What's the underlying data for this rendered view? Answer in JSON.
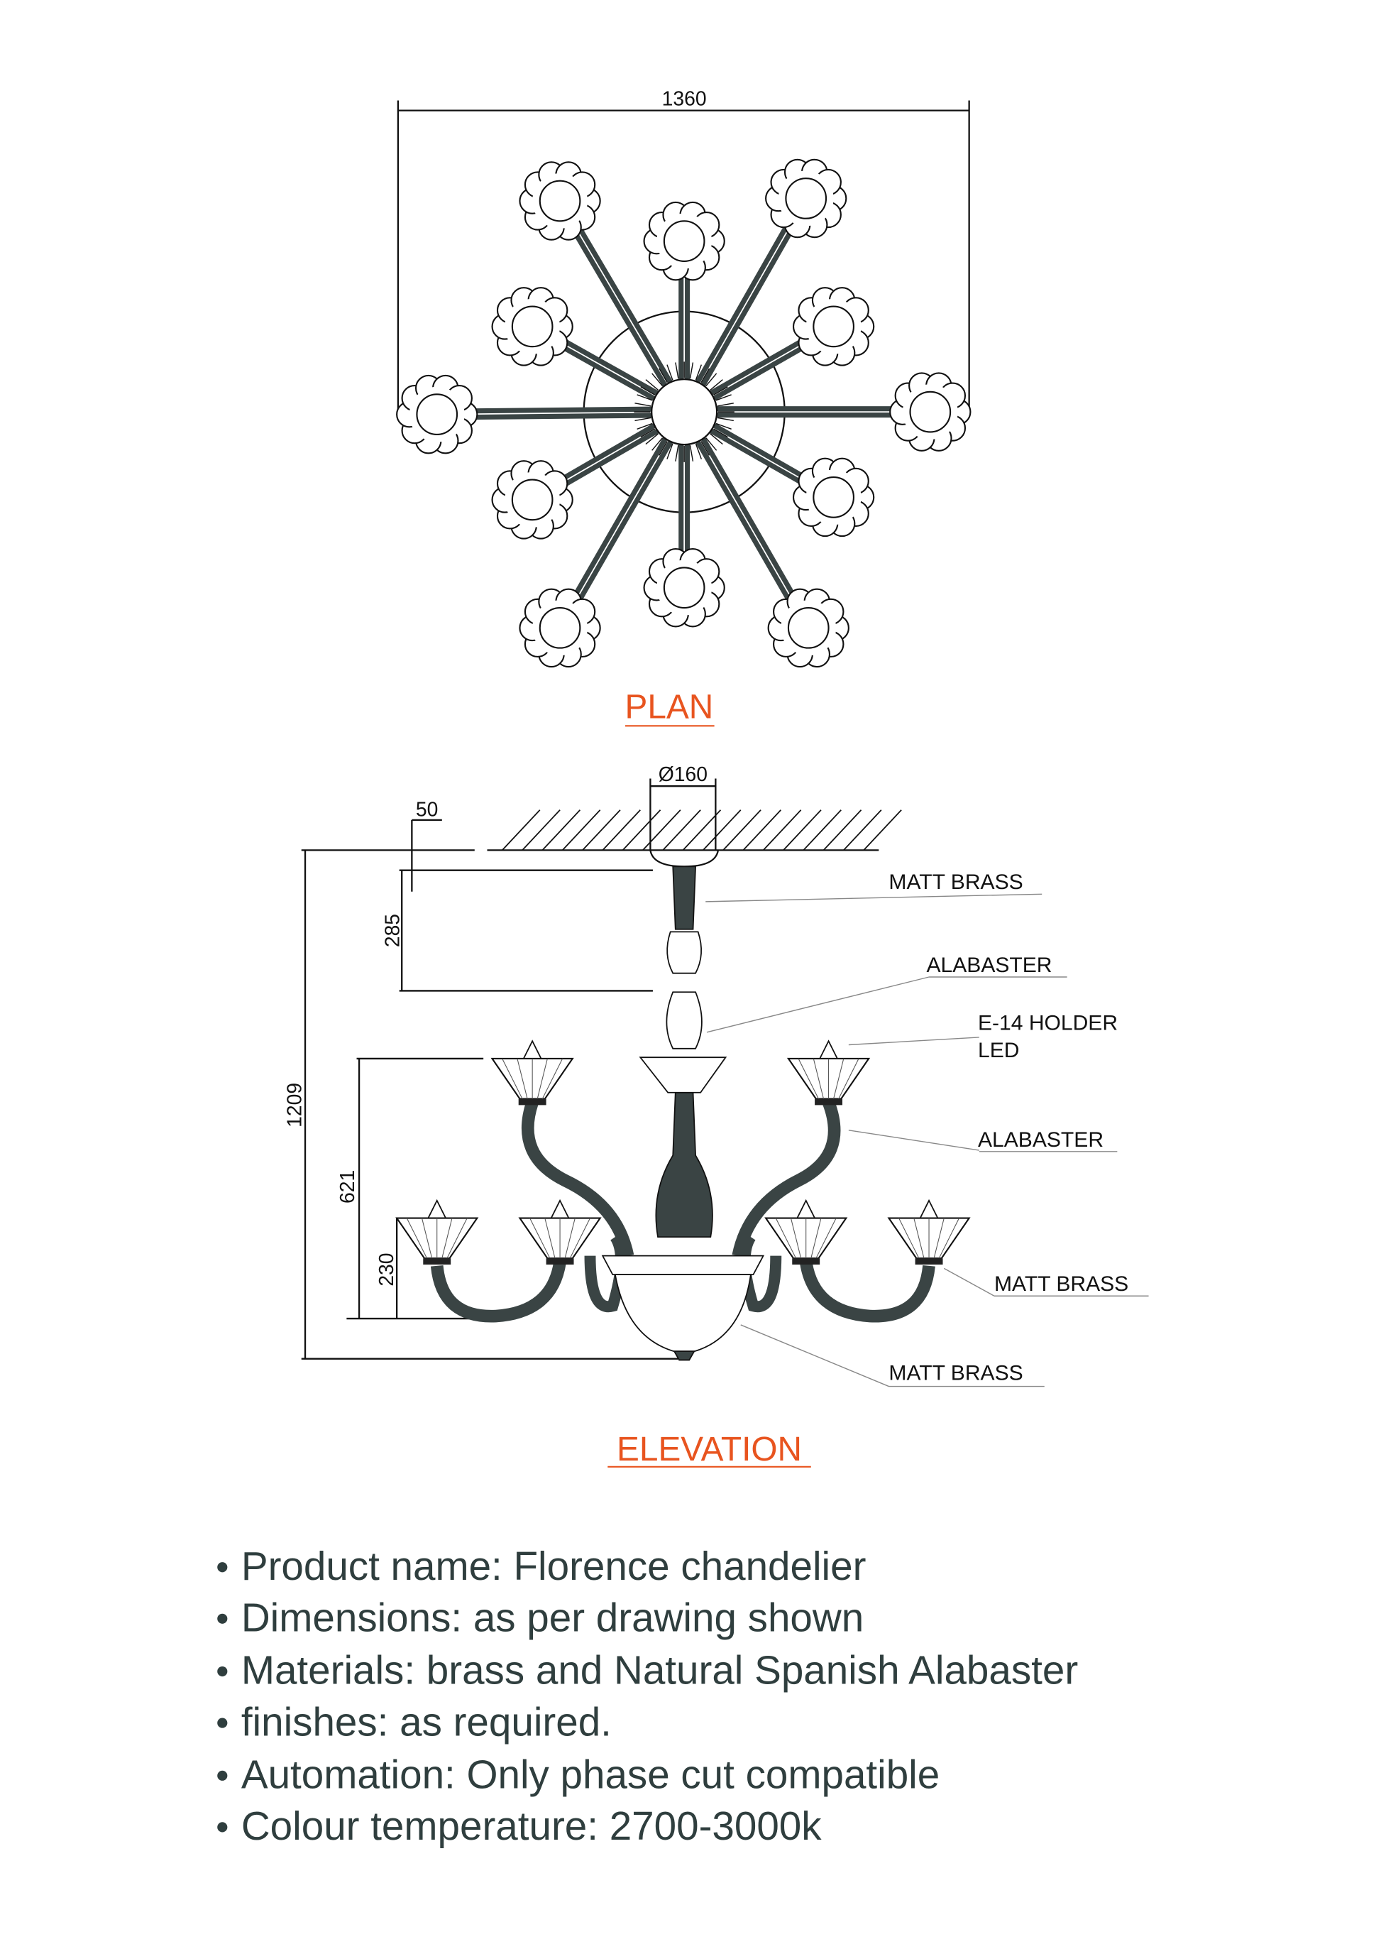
{
  "plan": {
    "title": "PLAN",
    "width_dimension": "1360"
  },
  "elevation": {
    "title": "ELEVATION",
    "dimensions": {
      "canopy_diameter": "Ø160",
      "canopy_offset": "50",
      "total_height": "1209",
      "stem_height": "285",
      "arms_height": "621",
      "lower_arms_height": "230"
    },
    "callouts": [
      "MATT BRASS",
      "ALABASTER",
      "E-14 HOLDER",
      "LED",
      "ALABASTER",
      "MATT BRASS",
      "MATT BRASS"
    ]
  },
  "specs": [
    "Product name: Florence chandelier",
    "Dimensions: as per drawing shown",
    "Materials: brass and Natural Spanish Alabaster",
    "finishes: as required.",
    "Automation: Only phase cut compatible",
    "Colour temperature: 2700-3000k"
  ],
  "colors": {
    "title": "#e8541f",
    "text": "#2f3e3e"
  }
}
